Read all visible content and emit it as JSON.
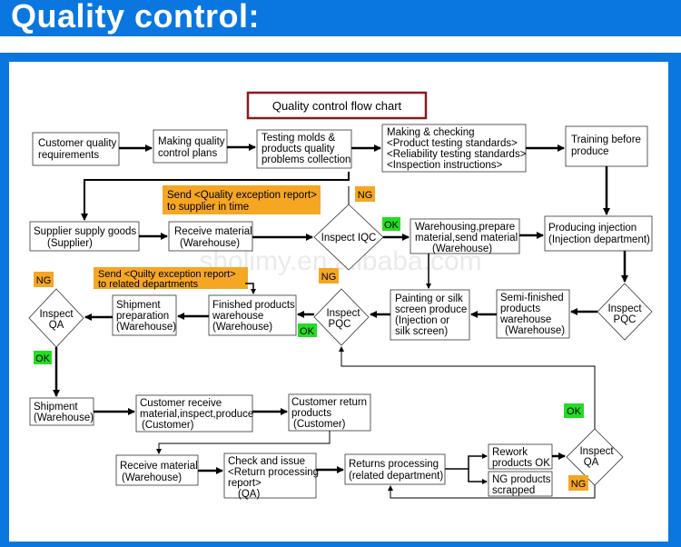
{
  "header": {
    "title": "Quality control:"
  },
  "chart": {
    "title": "Quality control flow chart",
    "watermark": "sholimy.en.alibaba.com"
  },
  "colors": {
    "header_blue": "#0a77e0",
    "title_border": "#8b1a1a",
    "ng_tag": "#f5a623",
    "ok_tag": "#22dd22",
    "note_bg": "#f5a623"
  },
  "nodes": {
    "customer_req": [
      "Customer quality",
      "requirements"
    ],
    "making_plans": [
      "Making quality",
      "control plans"
    ],
    "testing_molds": [
      "Testing molds &",
      "products quality",
      "problems collection"
    ],
    "making_checking": [
      "Making & checking",
      "<Product testing standards>",
      "<Reliability testing standards>",
      "<Inspection instructions>"
    ],
    "training": [
      "Training before",
      "produce"
    ],
    "supplier_supply": [
      "Supplier supply goods",
      "(Supplier)"
    ],
    "receive_material_wh": [
      "Receive material",
      "(Warehouse)"
    ],
    "inspect_iqc": [
      "Inspect IQC"
    ],
    "warehousing": [
      "Warehousing,prepare",
      "material,send material",
      "(Warehouse)"
    ],
    "producing_injection": [
      "Producing injection",
      "(Injection department)"
    ],
    "inspect_qa_left": [
      "Inspect",
      "QA"
    ],
    "shipment_prep": [
      "Shipment",
      "preparation",
      "(Warehouse)"
    ],
    "finished_wh": [
      "Finished products",
      "warehouse",
      "(Warehouse)"
    ],
    "inspect_pqc_left": [
      "Inspect",
      "PQC"
    ],
    "painting": [
      "Painting or silk",
      "screen produce",
      "(Injection or",
      "silk screen)"
    ],
    "semi_finished": [
      "Semi-finished",
      "products",
      "warehouse",
      "(Warehouse)"
    ],
    "inspect_pqc_right": [
      "Inspect",
      "PQC"
    ],
    "shipment": [
      "Shipment",
      "(Warehouse)"
    ],
    "customer_receive": [
      "Customer receive",
      "material,inspect,produce",
      "(Customer)"
    ],
    "customer_return": [
      "Customer return",
      "products",
      "(Customer)"
    ],
    "receive_material_2": [
      "Receive material",
      "(Warehouse)"
    ],
    "check_issue": [
      "Check and issue",
      "<Return processing",
      "report>",
      "(QA)"
    ],
    "returns_processing": [
      "Returns processing",
      "(related department)"
    ],
    "rework_ok": [
      "Rework",
      "products OK"
    ],
    "ng_scrapped": [
      "NG products",
      "scrapped"
    ],
    "inspect_qa_bottom": [
      "Inspect",
      "QA"
    ]
  },
  "notes": {
    "note_supplier": [
      "Send <Quality exception report>",
      "to supplier in time"
    ],
    "note_departments": [
      "Send <Quilty exception report>",
      "to related departments"
    ]
  },
  "tags": {
    "ng_iqc": "NG",
    "ok_iqc": "OK",
    "ng_qa_left": "NG",
    "ok_qa_left": "OK",
    "ng_pqc_left": "NG",
    "ok_pqc_left": "OK",
    "ok_qa_bottom": "OK",
    "ng_qa_bottom": "NG"
  }
}
